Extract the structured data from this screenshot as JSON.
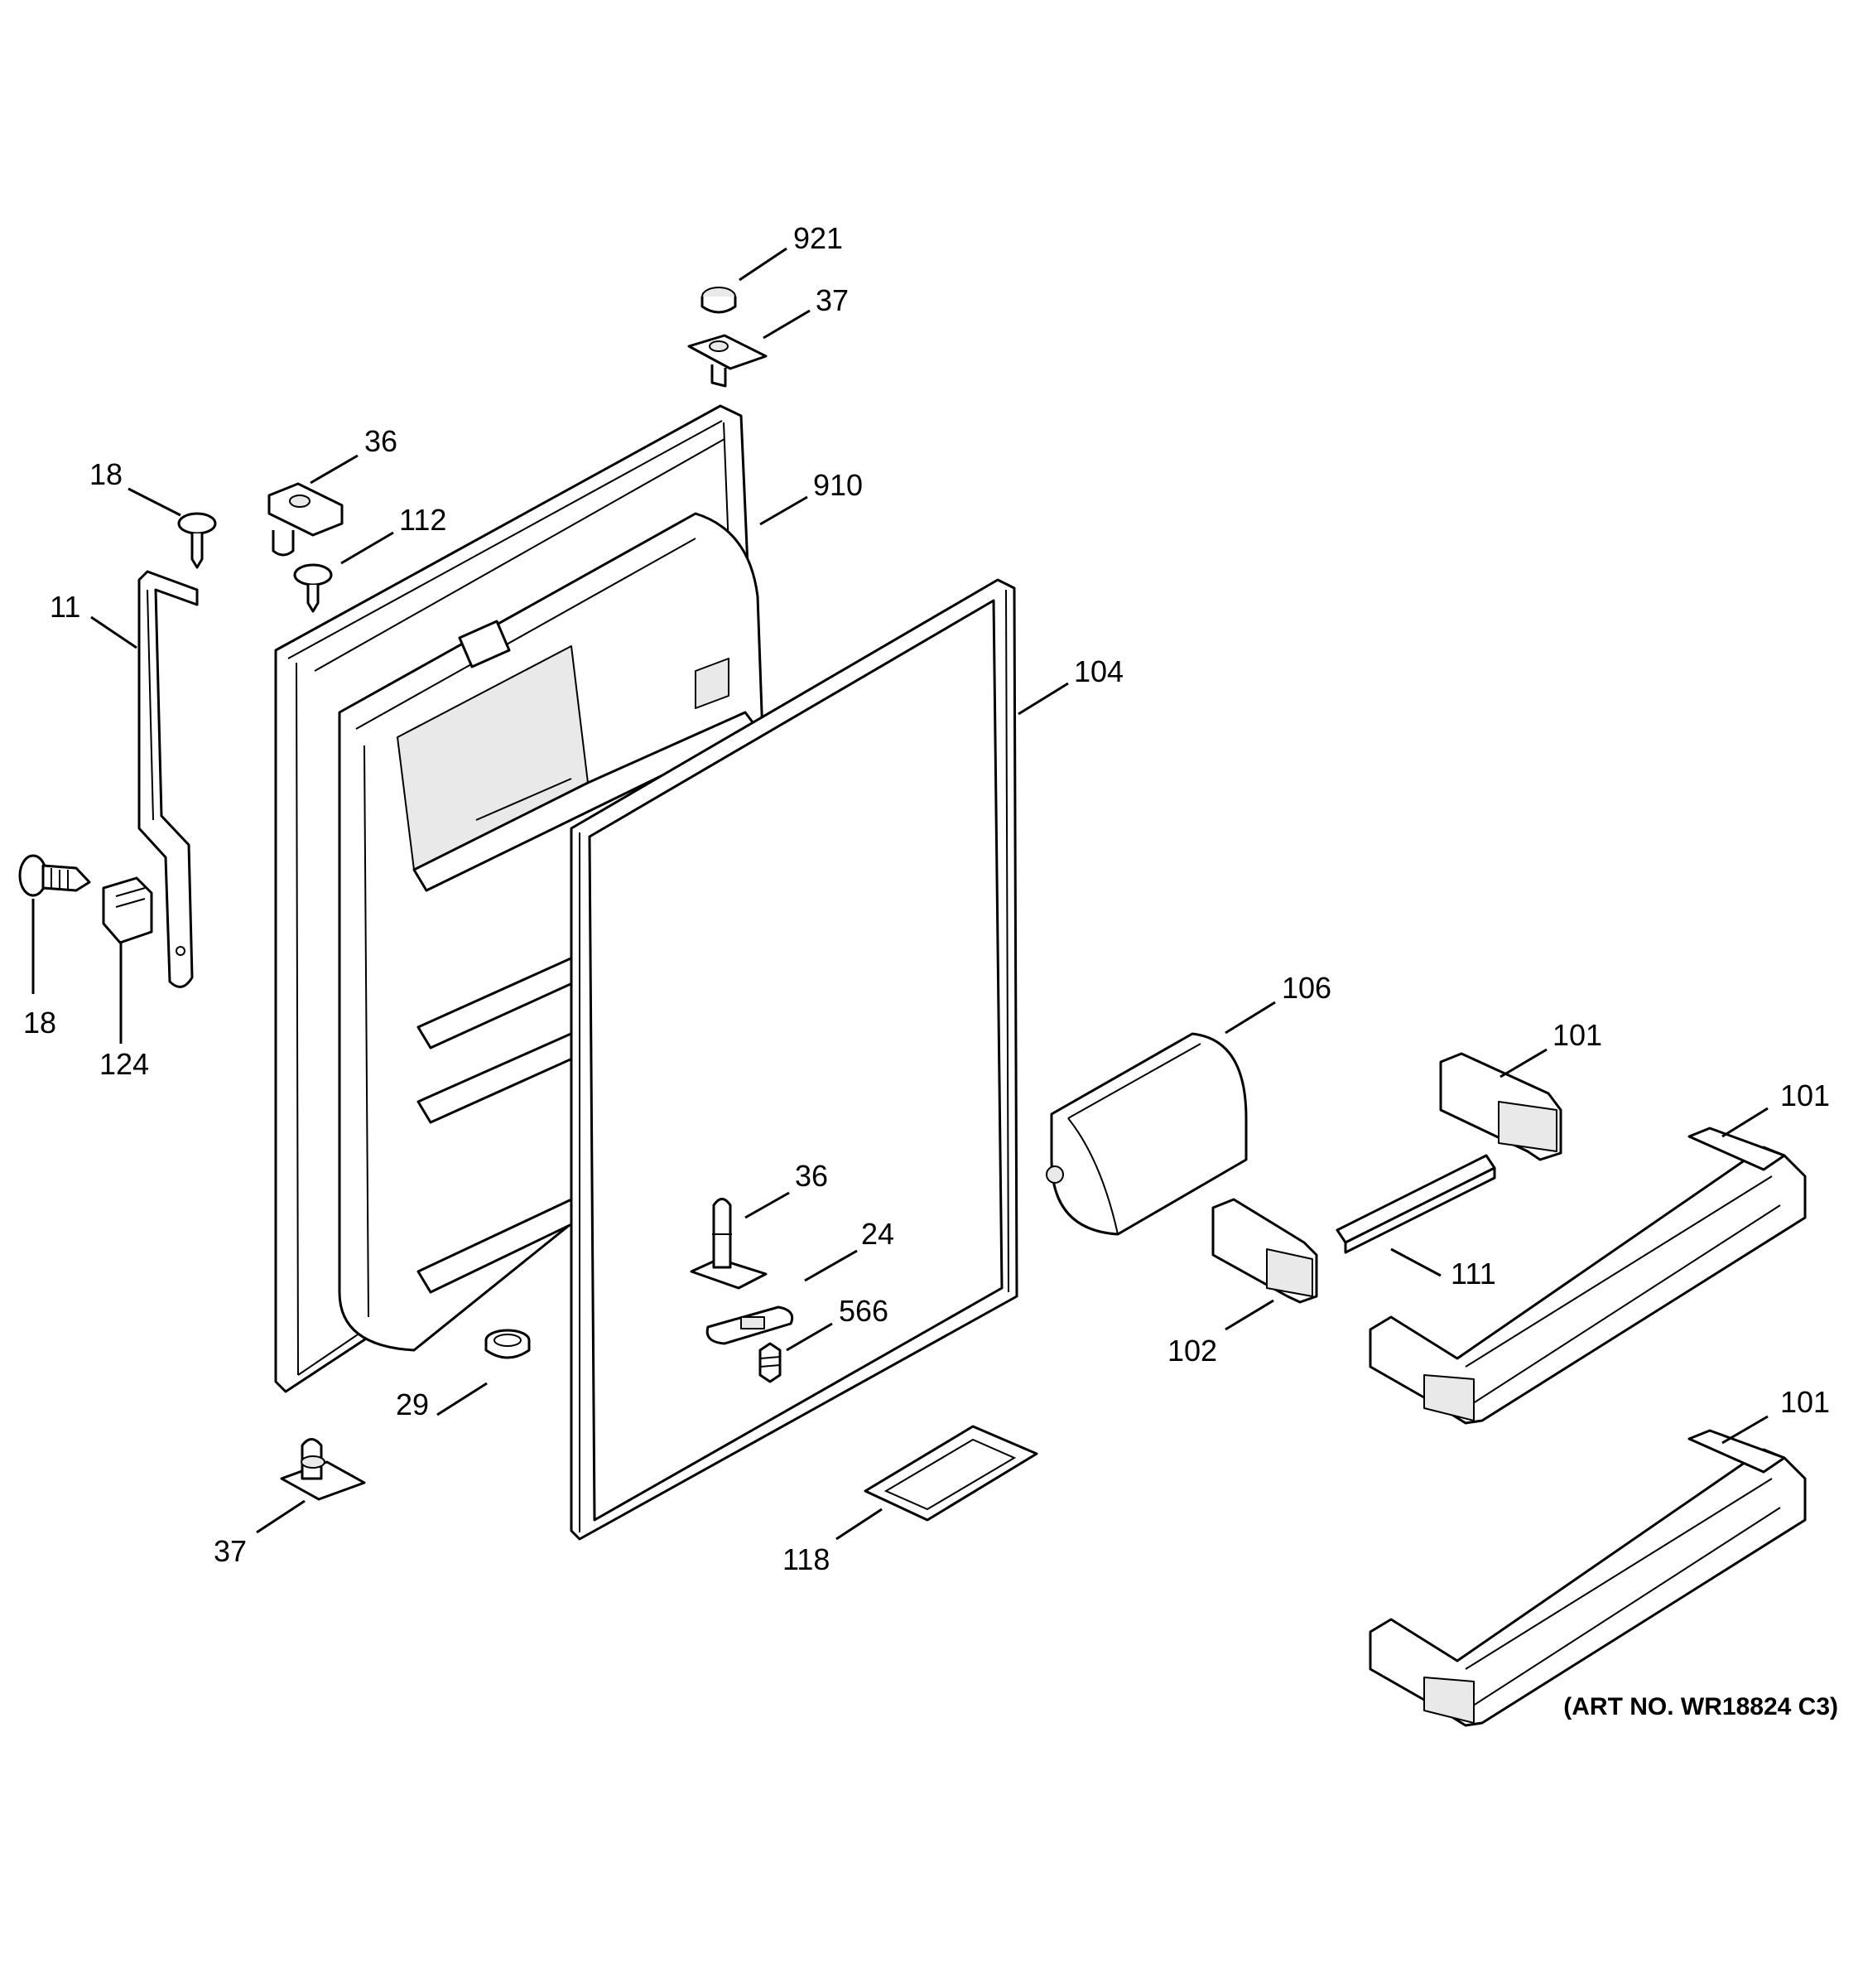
{
  "art_number": "(ART NO. WR18824 C3)",
  "callouts": [
    {
      "id": "c921",
      "label": "921"
    },
    {
      "id": "c37a",
      "label": "37"
    },
    {
      "id": "c36a",
      "label": "36"
    },
    {
      "id": "c18a",
      "label": "18"
    },
    {
      "id": "c910",
      "label": "910"
    },
    {
      "id": "c112",
      "label": "112"
    },
    {
      "id": "c11",
      "label": "11"
    },
    {
      "id": "c104",
      "label": "104"
    },
    {
      "id": "c18b",
      "label": "18"
    },
    {
      "id": "c124",
      "label": "124"
    },
    {
      "id": "c106",
      "label": "106"
    },
    {
      "id": "c101a",
      "label": "101"
    },
    {
      "id": "c101b",
      "label": "101"
    },
    {
      "id": "c36b",
      "label": "36"
    },
    {
      "id": "c24",
      "label": "24"
    },
    {
      "id": "c111",
      "label": "111"
    },
    {
      "id": "c566",
      "label": "566"
    },
    {
      "id": "c102",
      "label": "102"
    },
    {
      "id": "c29",
      "label": "29"
    },
    {
      "id": "c101c",
      "label": "101"
    },
    {
      "id": "c37b",
      "label": "37"
    },
    {
      "id": "c118",
      "label": "118"
    }
  ]
}
